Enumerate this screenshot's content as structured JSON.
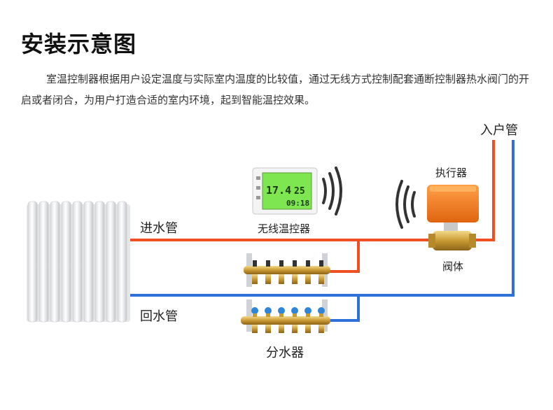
{
  "title": "安装示意图",
  "description": "室温控制器根据用户设定温度与实际室内温度的比较值，通过无线方式控制配套通断控制器热水阀门的开启或者闭合，为用户打造合适的室内环境，起到智能温控效果。",
  "labels": {
    "inlet_pipe": "入户管",
    "actuator": "执行器",
    "valve_body": "阀体",
    "supply_pipe": "进水管",
    "return_pipe": "回水管",
    "wireless_thermostat": "无线温控器",
    "manifold": "分水器"
  },
  "thermostat_display": {
    "temperature": "17.4",
    "setpoint": "25",
    "time": "09:18"
  },
  "colors": {
    "hot_pipe": "#f04e23",
    "cold_pipe": "#2f6fd8",
    "actuator": "#f07f1f",
    "lcd": "#7ee650"
  }
}
